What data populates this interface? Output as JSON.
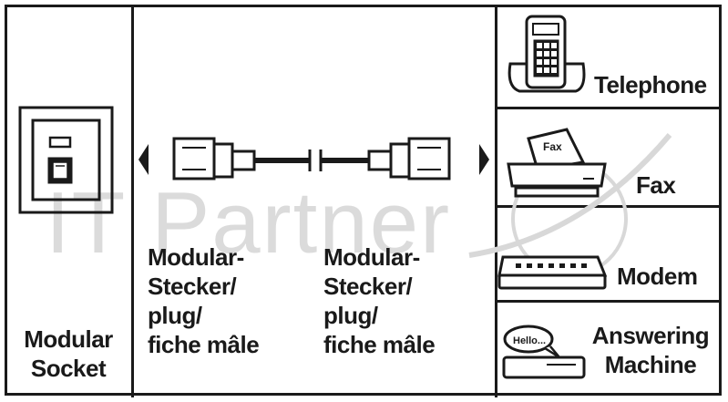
{
  "socket": {
    "line1": "Modular",
    "line2": "Socket"
  },
  "plug_left": {
    "line1": "Modular-",
    "line2": "Stecker/",
    "line3": "plug/",
    "line4": "fiche mâle"
  },
  "plug_right": {
    "line1": "Modular-",
    "line2": "Stecker/",
    "line3": "plug/",
    "line4": "fiche mâle"
  },
  "devices": {
    "telephone": "Telephone",
    "fax": "Fax",
    "fax_screen": "Fax",
    "modem": "Modem",
    "answering_line1": "Answering",
    "answering_line2": "Machine",
    "speech_bubble": "Hello..."
  },
  "watermark": "IT Partner",
  "colors": {
    "ink": "#1a1a1a",
    "watermark": "#d8d8d8"
  }
}
